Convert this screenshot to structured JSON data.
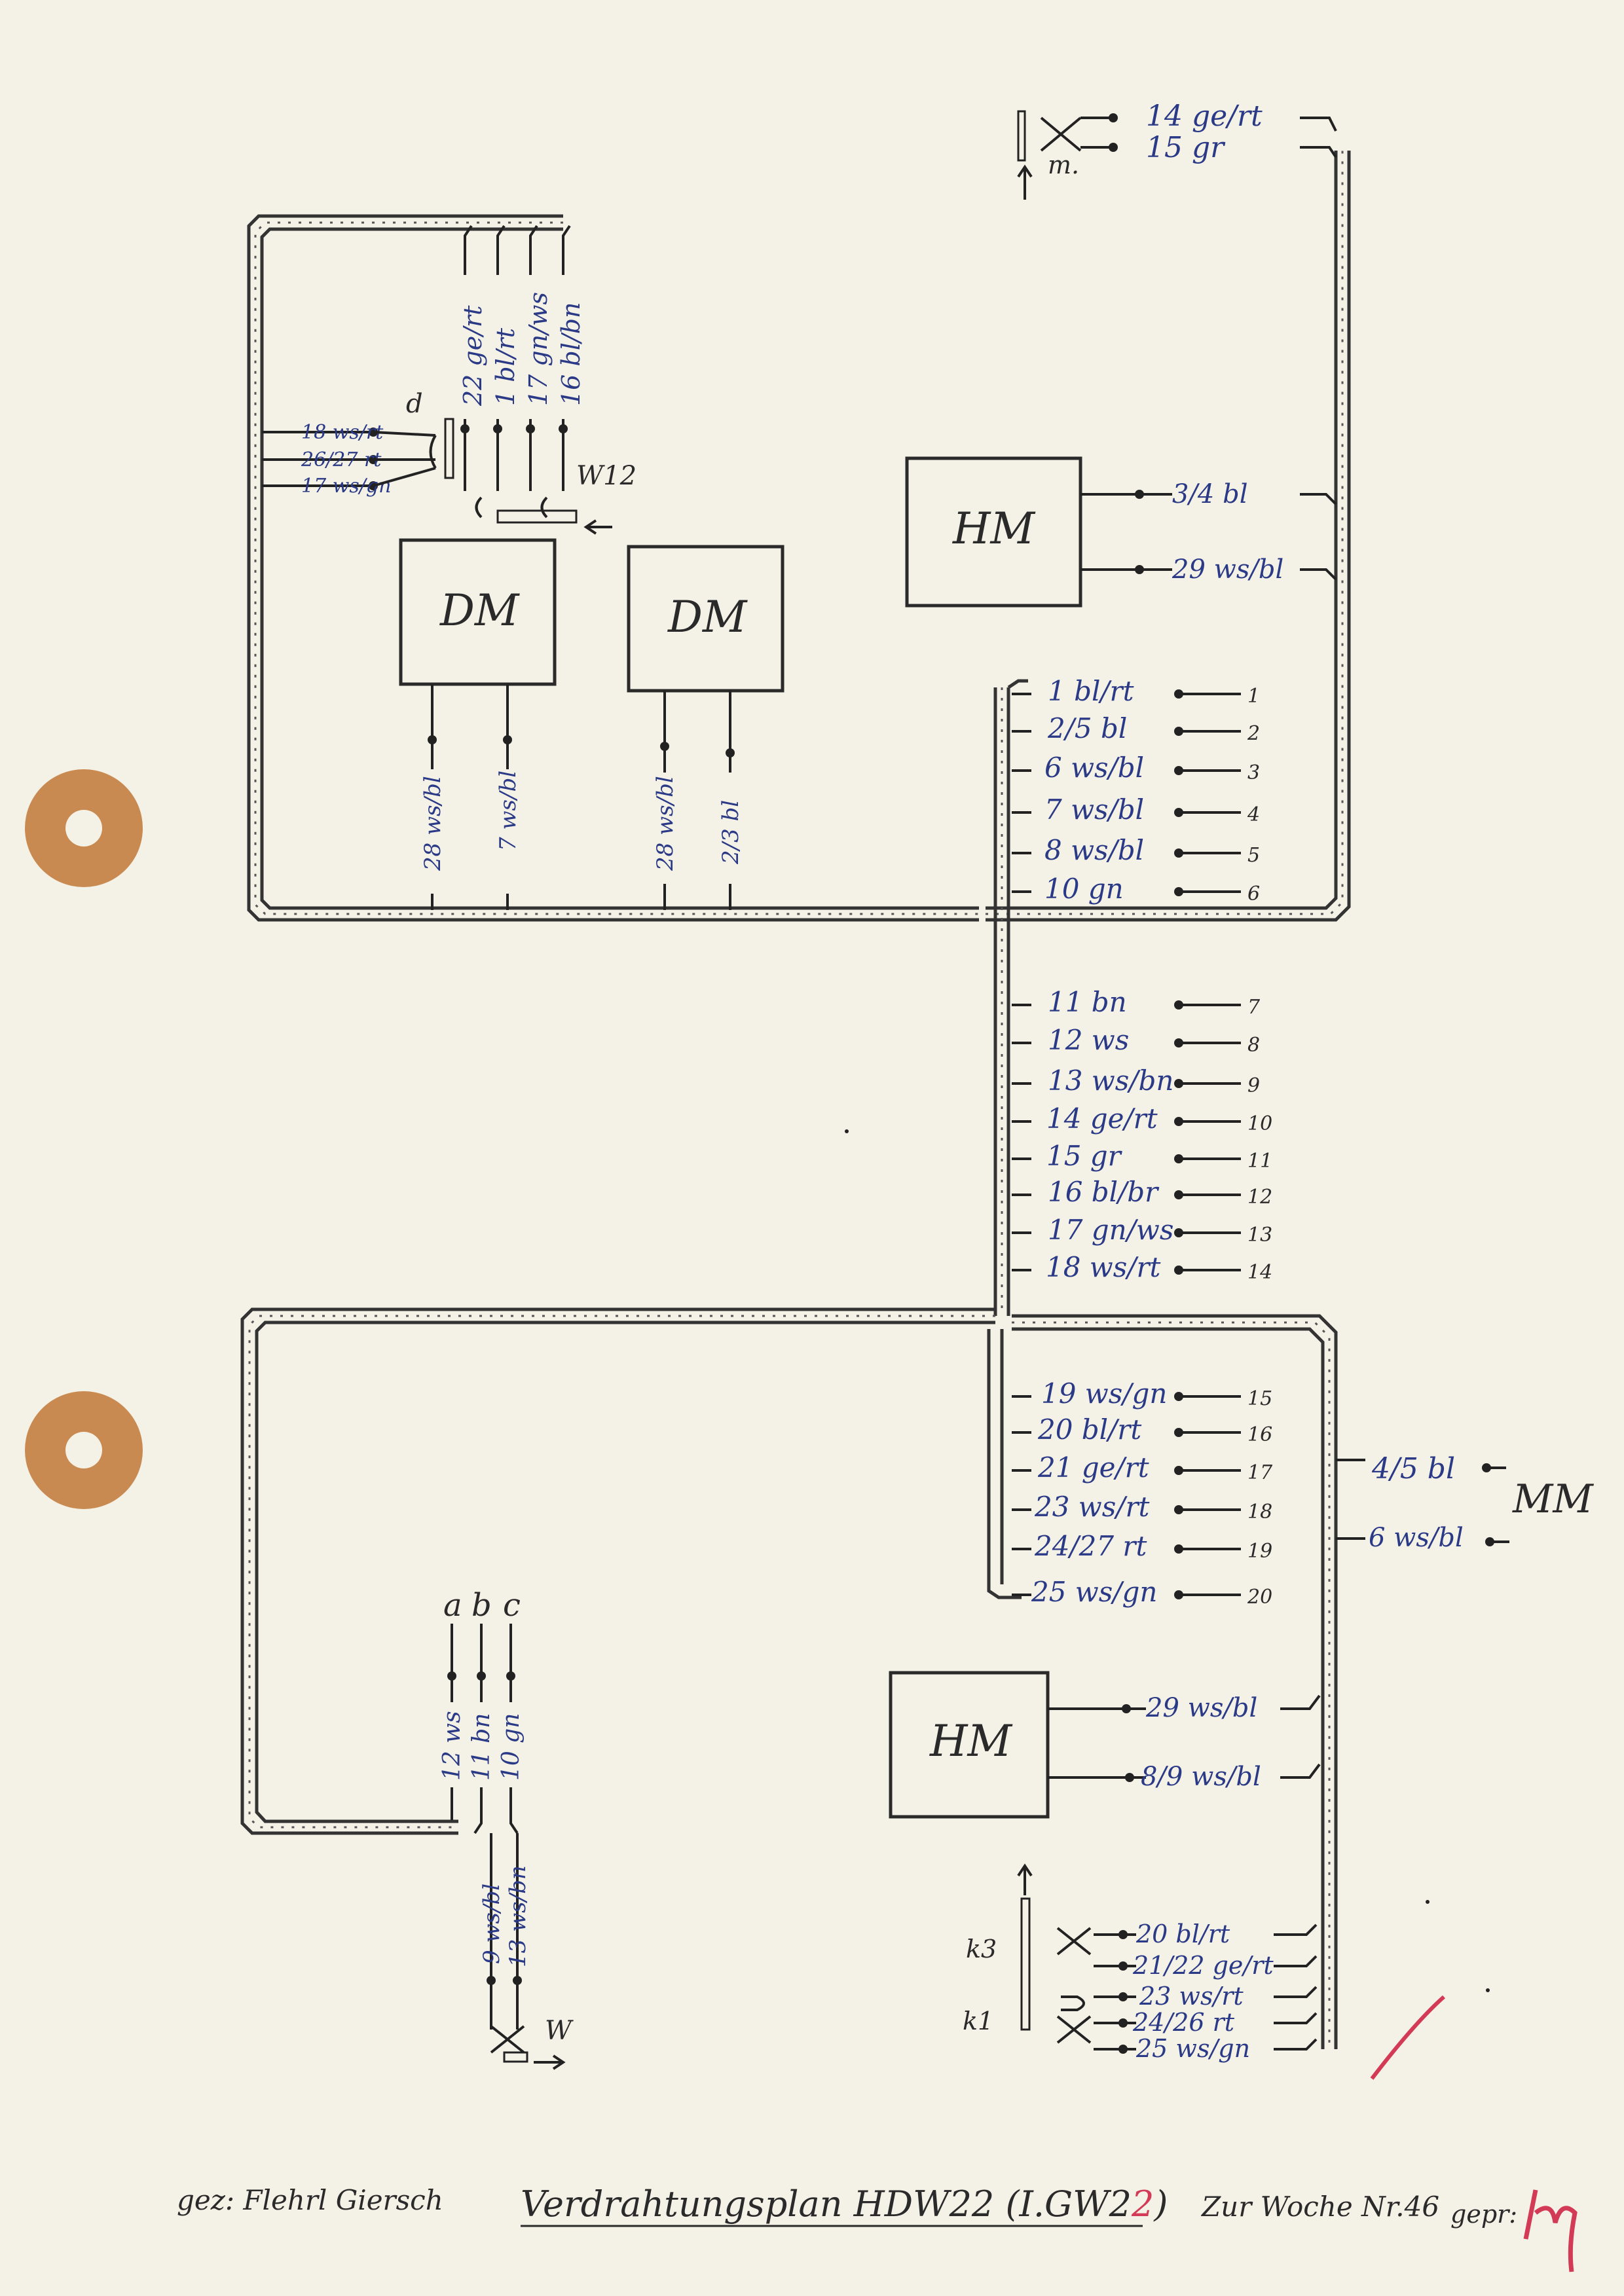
{
  "modules": {
    "dm1": "DM",
    "dm2": "DM",
    "hm_top": "HM",
    "hm_bottom": "HM",
    "mm": "MM"
  },
  "contacts": {
    "m": "m.",
    "d": "d",
    "w12": "W12",
    "a": "a",
    "b": "b",
    "c": "c",
    "w": "W",
    "k3": "k3",
    "k1": "k1"
  },
  "top_right_wires": [
    "14 ge/rt",
    "15 gr"
  ],
  "d_column_wires": [
    "22 ge/rt",
    "1 bl/rt",
    "17 gn/ws",
    "16 bl/bn"
  ],
  "d_row_wires": [
    "18 ws/rt",
    "26/27 rt",
    "17 ws/gn"
  ],
  "dm1_wires": [
    "28 ws/bl",
    "7 ws/bl"
  ],
  "dm2_wires": [
    "28 ws/bl",
    "2/3 bl"
  ],
  "hm_top_wires": [
    "3/4 bl",
    "29 ws/bl"
  ],
  "terminal_rows": [
    {
      "wire": "1 bl/rt",
      "num": "1"
    },
    {
      "wire": "2/5 bl",
      "num": "2"
    },
    {
      "wire": "6 ws/bl",
      "num": "3"
    },
    {
      "wire": "7 ws/bl",
      "num": "4"
    },
    {
      "wire": "8 ws/bl",
      "num": "5"
    },
    {
      "wire": "10 gn",
      "num": "6"
    },
    {
      "wire": "11 bn",
      "num": "7"
    },
    {
      "wire": "12 ws",
      "num": "8"
    },
    {
      "wire": "13 ws/bn",
      "num": "9"
    },
    {
      "wire": "14 ge/rt",
      "num": "10"
    },
    {
      "wire": "15 gr",
      "num": "11"
    },
    {
      "wire": "16 bl/br",
      "num": "12"
    },
    {
      "wire": "17 gn/ws",
      "num": "13"
    },
    {
      "wire": "18 ws/rt",
      "num": "14"
    },
    {
      "wire": "19 ws/gn",
      "num": "15"
    },
    {
      "wire": "20 bl/rt",
      "num": "16"
    },
    {
      "wire": "21 ge/rt",
      "num": "17"
    },
    {
      "wire": "23 ws/rt",
      "num": "18"
    },
    {
      "wire": "24/27 rt",
      "num": "19"
    },
    {
      "wire": "25 ws/gn",
      "num": "20"
    }
  ],
  "mm_wires": [
    "4/5 bl",
    "6 ws/bl"
  ],
  "abc_wires": [
    "12 ws",
    "11 bn",
    "10 gn"
  ],
  "w_wires": [
    "9 ws/bl",
    "13 ws/bn"
  ],
  "hm_bottom_wires": [
    "29 ws/bl",
    "8/9 ws/bl"
  ],
  "k_wires": [
    "20 bl/rt",
    "21/22 ge/rt",
    "23 ws/rt",
    "24/26 rt",
    "25 ws/gn"
  ],
  "footer": {
    "drawn_by": "gez: Flehrl Giersch",
    "title": "Verdrahtungsplan HDW22 (I.GW2",
    "title_suffix": "2",
    "title_close": ")",
    "week": "Zur Woche Nr.46",
    "checked": "gepr:"
  },
  "colors": {
    "ink": "#2a2a2a",
    "blue_ink": "#2b3a86",
    "red_ink": "#d23a55",
    "paper": "#f4f1e6",
    "grommet": "#c98a52"
  }
}
